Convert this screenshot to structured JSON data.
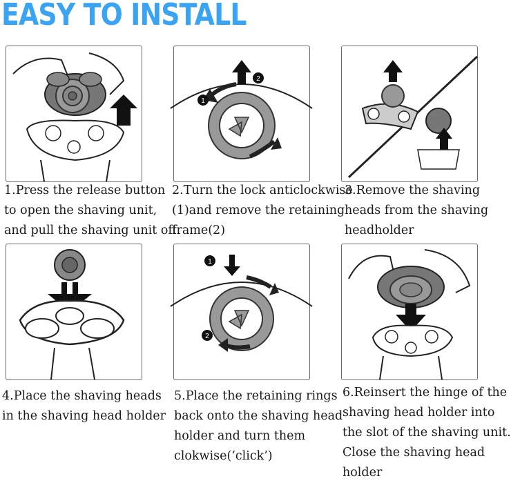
{
  "title": "EASY TO INSTALL",
  "steps": [
    {
      "lines": [
        "1.Press the release button",
        "to open the shaving unit,",
        "and pull the shaving unit off"
      ]
    },
    {
      "lines": [
        "2.Turn the lock anticlockwise",
        "(1)and remove the retaining",
        "frame(2)"
      ],
      "badges": [
        "1",
        "2"
      ]
    },
    {
      "lines": [
        "3.Remove the shaving",
        "heads from the shaving",
        "headholder"
      ]
    },
    {
      "lines": [
        "4.Place the shaving heads",
        "in the shaving head holder"
      ]
    },
    {
      "lines": [
        "5.Place the retaining rings",
        "back onto the shaving head",
        "holder and turn them",
        "clokwise(‘click’)"
      ],
      "badges": [
        "1",
        "2"
      ]
    },
    {
      "lines": [
        "6.Reinsert the hinge of the",
        "shaving head holder into",
        "the slot of the shaving unit.",
        "Close the shaving head",
        "holder"
      ]
    }
  ],
  "colors": {
    "title": "#3aa3f2",
    "border": "#6a6a6a",
    "ink": "#1a1a1a",
    "part": "#8a8a8a",
    "partDark": "#5a5a5a"
  }
}
